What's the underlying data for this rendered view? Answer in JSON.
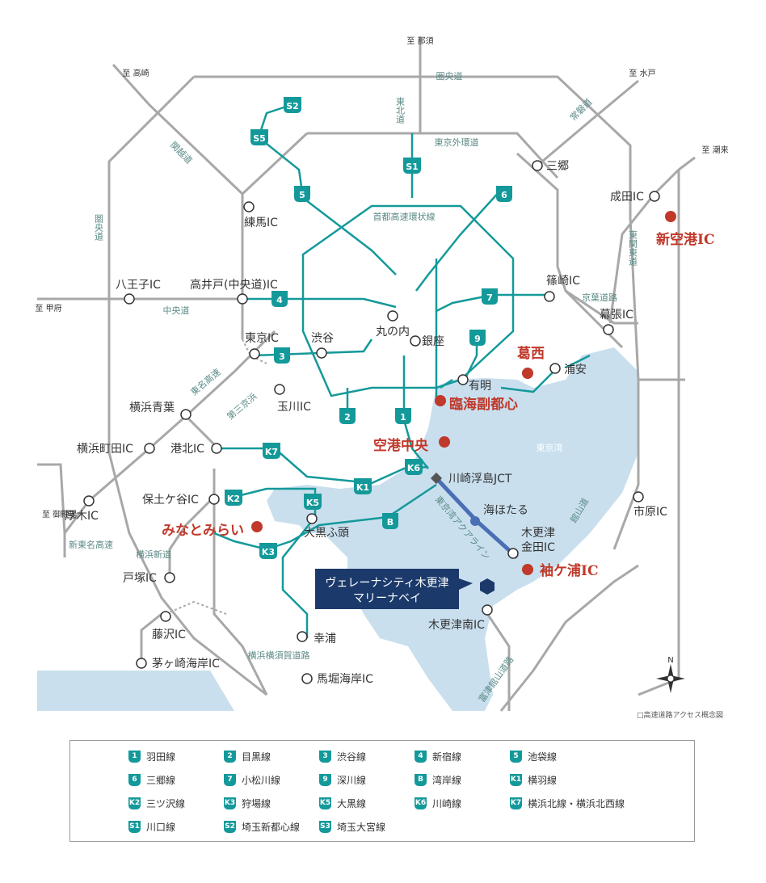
{
  "direction_labels": {
    "nasu": "至 那須",
    "takasaki": "至 高崎",
    "mito": "至 水戸",
    "itako": "至 潮来",
    "kofu": "至 甲府",
    "gotemba": "至 御殿場"
  },
  "road_labels": {
    "ken_o": "圏央道",
    "tohoku": "東北道",
    "joban": "常磐道",
    "kan_etsu": "関越道",
    "gaikan": "東京外環道",
    "shuto_kanjo": "首都高速環状線",
    "ken_o_west": "圏央道",
    "chuo": "中央道",
    "keiyo": "京葉道路",
    "higashi_kanto": "東関東道",
    "tomei": "東名高速",
    "daisan_keihin": "第三京浜",
    "shin_tomei": "新東名高速",
    "yokohama_shindo": "横浜新道",
    "yokohama_yokosuka": "横浜横須賀道路",
    "aqualine": "東京湾アクアライン",
    "tateyama": "館山道",
    "futtsu": "富津館山道路",
    "tokyo_bay": "東京湾"
  },
  "places": {
    "nerima": "練馬IC",
    "hachioji": "八王子IC",
    "takaido": "高井戸(中央道)IC",
    "tokyo_ic": "東京IC",
    "shibuya": "渋谷",
    "marunouchi": "丸の内",
    "ginza": "銀座",
    "ariake": "有明",
    "tamagawa": "玉川IC",
    "yokohama_aoba": "横浜青葉",
    "yokohama_machida": "横浜町田IC",
    "kohoku": "港北IC",
    "atsugi": "厚木IC",
    "hodogaya": "保土ケ谷IC",
    "daikoku": "大黒ふ頭",
    "totsuka": "戸塚IC",
    "fujisawa": "藤沢IC",
    "chigasaki": "茅ヶ崎海岸IC",
    "sachiura": "幸浦",
    "mabori": "馬堀海岸IC",
    "kawasaki_jct": "川崎浮島JCT",
    "umihotaru": "海ほたる",
    "kisarazu_kaneda": "木更津金田IC",
    "kisarazu_minami": "木更津南IC",
    "ichihara": "市原IC",
    "urayasu": "浦安",
    "shinozaki": "篠崎IC",
    "makuhari": "幕張IC",
    "narita": "成田IC",
    "misato": "三郷"
  },
  "red_places": {
    "kasai": "葛西",
    "rinkai": "臨海副都心",
    "kuko": "空港中央",
    "minatomirai": "みなとみらい",
    "sodegaura": "袖ケ浦IC",
    "shinkuko": "新空港IC"
  },
  "property": {
    "line1": "ヴェレーナシティ木更津",
    "line2": "マリーナベイ"
  },
  "note": "□高速道路アクセス概念図",
  "legend": [
    {
      "code": "1",
      "name": "羽田線"
    },
    {
      "code": "2",
      "name": "目黒線"
    },
    {
      "code": "3",
      "name": "渋谷線"
    },
    {
      "code": "4",
      "name": "新宿線"
    },
    {
      "code": "5",
      "name": "池袋線"
    },
    {
      "code": "6",
      "name": "三郷線"
    },
    {
      "code": "7",
      "name": "小松川線"
    },
    {
      "code": "9",
      "name": "深川線"
    },
    {
      "code": "B",
      "name": "湾岸線"
    },
    {
      "code": "K1",
      "name": "横羽線"
    },
    {
      "code": "K2",
      "name": "三ツ沢線"
    },
    {
      "code": "K3",
      "name": "狩場線"
    },
    {
      "code": "K5",
      "name": "大黒線"
    },
    {
      "code": "K6",
      "name": "川崎線"
    },
    {
      "code": "K7",
      "name": "横浜北線・横浜北西線"
    },
    {
      "code": "S1",
      "name": "川口線"
    },
    {
      "code": "S2",
      "name": "埼玉新都心線"
    },
    {
      "code": "S3",
      "name": "埼玉大宮線"
    }
  ],
  "colors": {
    "teal": "#14999a",
    "gray": "#a8a8a8",
    "water": "#c9dfee",
    "red": "#c0392b",
    "navy": "#1b3a6b"
  }
}
